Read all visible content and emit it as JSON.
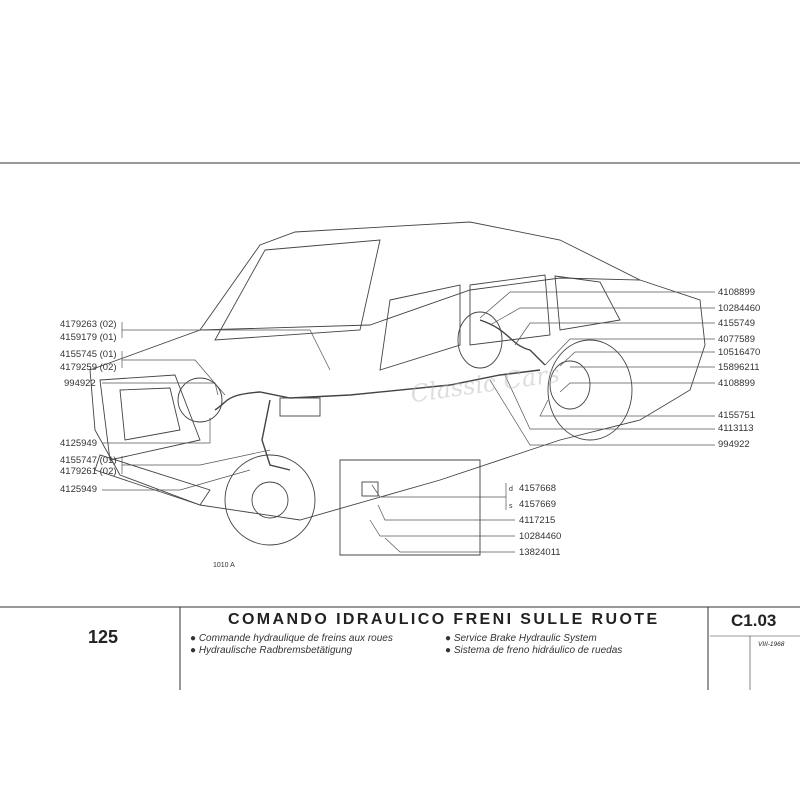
{
  "left_labels": [
    "4179263 (02)",
    "4159179 (01)",
    "4155745 (01)",
    "4179259 (02)",
    "994922",
    "4125949",
    "4155747 (01)",
    "4179261 (02)",
    "4125949"
  ],
  "right_labels": [
    "4108899",
    "10284460",
    "4155749",
    "4077589",
    "10516470",
    "15896211",
    "4108899",
    "4155751",
    "4113113",
    "994922"
  ],
  "lower_labels": {
    "d_marker": "d",
    "s_marker": "s",
    "items": [
      "4157668",
      "4157669",
      "4117215",
      "10284460",
      "13824011"
    ]
  },
  "stamp": "1010 A",
  "watermark": "Classic Cars",
  "footer": {
    "page_number": "125",
    "title": "COMANDO IDRAULICO FRENI SULLE RUOTE",
    "subtitles": [
      "Commande hydraulique de freins aux roues",
      "Hydraulische Radbremsbetätigung",
      "Service Brake Hydraulic System",
      "Sistema de freno hidráulico de ruedas"
    ],
    "code": "C1.03",
    "date": "VIII-1968"
  }
}
